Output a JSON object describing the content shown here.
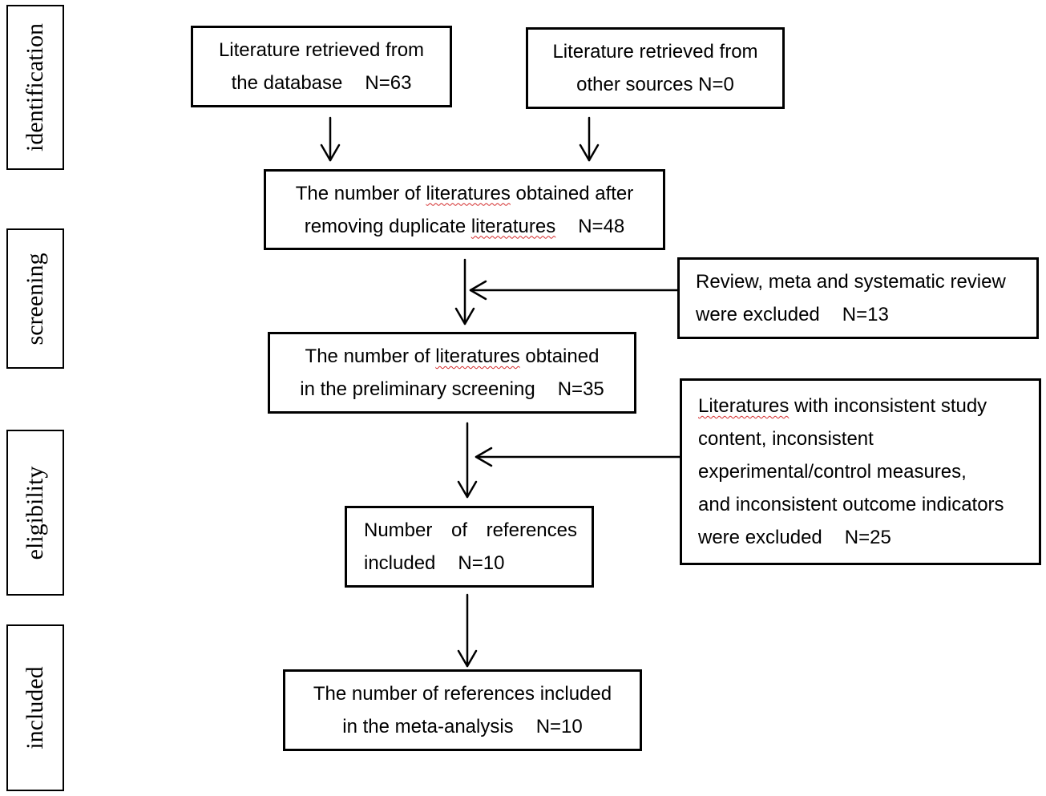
{
  "phases": {
    "identification": "identification",
    "screening": "screening",
    "eligibility": "eligibility",
    "included": "included"
  },
  "boxes": {
    "database": {
      "line1": "Literature retrieved from",
      "line2_text": "the database",
      "line2_n": "N=63"
    },
    "other_sources": {
      "line1": "Literature retrieved from",
      "line2": "other sources N=0"
    },
    "after_duplicates": {
      "line1_pre": "The number of ",
      "line1_sq": "literatures",
      "line1_post": " obtained after",
      "line2_pre": "removing duplicate ",
      "line2_sq": "literatures",
      "line2_n": "N=48"
    },
    "preliminary": {
      "line1_pre": "The number of ",
      "line1_sq": "literatures",
      "line1_post": " obtained",
      "line2_text": "in the preliminary screening",
      "line2_n": "N=35"
    },
    "included_refs": {
      "w1": "Number",
      "w2": "of",
      "w3": "references",
      "line2_text": "included",
      "line2_n": "N=10"
    },
    "meta": {
      "line1": "The number of references included",
      "line2_text": "in the meta-analysis",
      "line2_n": "N=10"
    },
    "excluded_reviews": {
      "line1": "Review, meta and systematic review",
      "line2_text": "were excluded",
      "line2_n": "N=13"
    },
    "excluded_inconsistent": {
      "line1_sq": "Literatures",
      "line1_post": " with inconsistent study",
      "line2": "content, inconsistent",
      "line3": "experimental/control measures,",
      "line4": "and inconsistent outcome indicators",
      "line5_text": "were excluded",
      "line5_n": "N=25"
    }
  },
  "colors": {
    "stroke": "#000000",
    "spellcheck_underline": "#d42b2b",
    "background": "#ffffff"
  }
}
